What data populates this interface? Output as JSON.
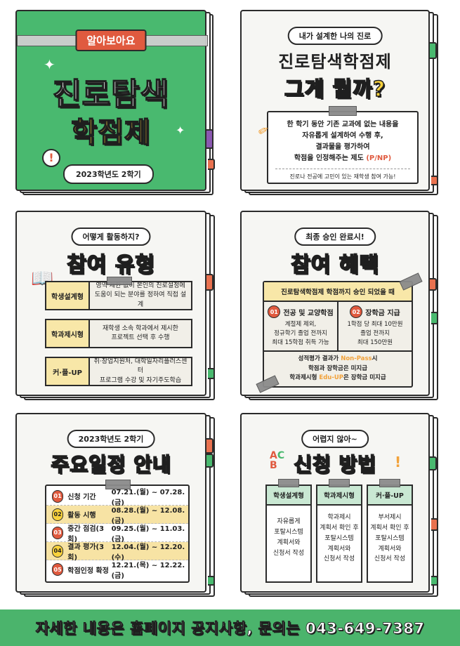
{
  "panel1": {
    "badge": "알아보아요",
    "title_line1": "진로탐색",
    "title_line2": "학점제",
    "semester": "2023학년도 2학기",
    "bulb_icon": "lightbulb-icon",
    "colors": {
      "cover": "#49b96f",
      "badge": "#e05a3f",
      "title_accent": "#f9d23c"
    }
  },
  "panel2": {
    "pill": "내가 설계한 나의 진로",
    "title_line1": "진로탐색학점제",
    "title_line2": "그게 뭘까?",
    "desc_lines": [
      "한 학기 동안 기존 교과에 없는 내용을",
      "자유롭게 설계하여 수행 후,",
      "결과물을 평가하여",
      "학점을 인정해주는 제도"
    ],
    "desc_highlight": "(P/NP)",
    "note": "진로나 전공에 고민이 있는 재학생 참여 가능!"
  },
  "panel3": {
    "pill": "어떻게 활동하지?",
    "title": "참여 유형",
    "rows": [
      {
        "label": "학생설계형",
        "text": "영역 제한 없이 본인의 진로설정에\n도움이 되는 분야를 정하여 직접 설계"
      },
      {
        "label": "학과제시형",
        "text": "재학생 소속 학과에서 제시한\n프로젝트 선택 후 수행"
      },
      {
        "label": "커·플-UP",
        "text": "취·창업지원처, 대학일자리플러스센터\n프로그램 수강 및 자기주도학습"
      }
    ]
  },
  "panel4": {
    "pill": "최종 승인 완료시!",
    "title": "참여 혜택",
    "header": "진로탐색학점제 학점까지 승인 되었을 때",
    "benefit1": {
      "num": "01",
      "title": "전공 및 교양학점",
      "text": "계절제 제외,\n정규학기 졸업 전까지\n최대 15학점 취득 가능"
    },
    "benefit2": {
      "num": "02",
      "title": "장학금 지급",
      "text": "1학점 당 최대 10만원\n졸업 전까지\n최대 150만원"
    },
    "note1_pre": "성적평가 결과가 ",
    "note1_hl": "Non-Pass",
    "note1_post": "시",
    "note2": "학점과 장학금은 미지급",
    "note3_pre": "학과제시형 ",
    "note3_hl": "Edu-UP",
    "note3_post": "은 장학금 미지급"
  },
  "panel5": {
    "pill": "2023학년도 2학기",
    "title": "주요일정 안내",
    "items": [
      {
        "num": "01",
        "label": "신청 기간",
        "date": "07.21.(월) ~ 07.28.(금)"
      },
      {
        "num": "02",
        "label": "활동 시행",
        "date": "08.28.(월) ~ 12.08.(금)"
      },
      {
        "num": "03",
        "label": "중간 점검(3회)",
        "date": "09.25.(월) ~ 11.03.(금)"
      },
      {
        "num": "04",
        "label": "결과 평가(3회)",
        "date": "12.04.(월) ~ 12.20.(수)"
      },
      {
        "num": "05",
        "label": "학점인정 확정",
        "date": "12.21.(목) ~ 12.22.(금)"
      }
    ]
  },
  "panel6": {
    "pill": "어렵지 않아~",
    "title": "신청 방법",
    "cols": [
      {
        "head": "학생설계형",
        "text": "자유롭게\n포탈시스템\n계획서와\n신청서 작성"
      },
      {
        "head": "학과제시형",
        "text": "학과제시\n계획서 확인 후\n포탈시스템\n계획서와\n신청서 작성"
      },
      {
        "head": "커·플-UP",
        "text": "부서제시\n계획서 확인 후\n포탈시스템\n계획서와\n신청서 작성"
      }
    ]
  },
  "footer": "자세한 내용은 홈페이지 공지사항, 문의는 043-649-7387"
}
